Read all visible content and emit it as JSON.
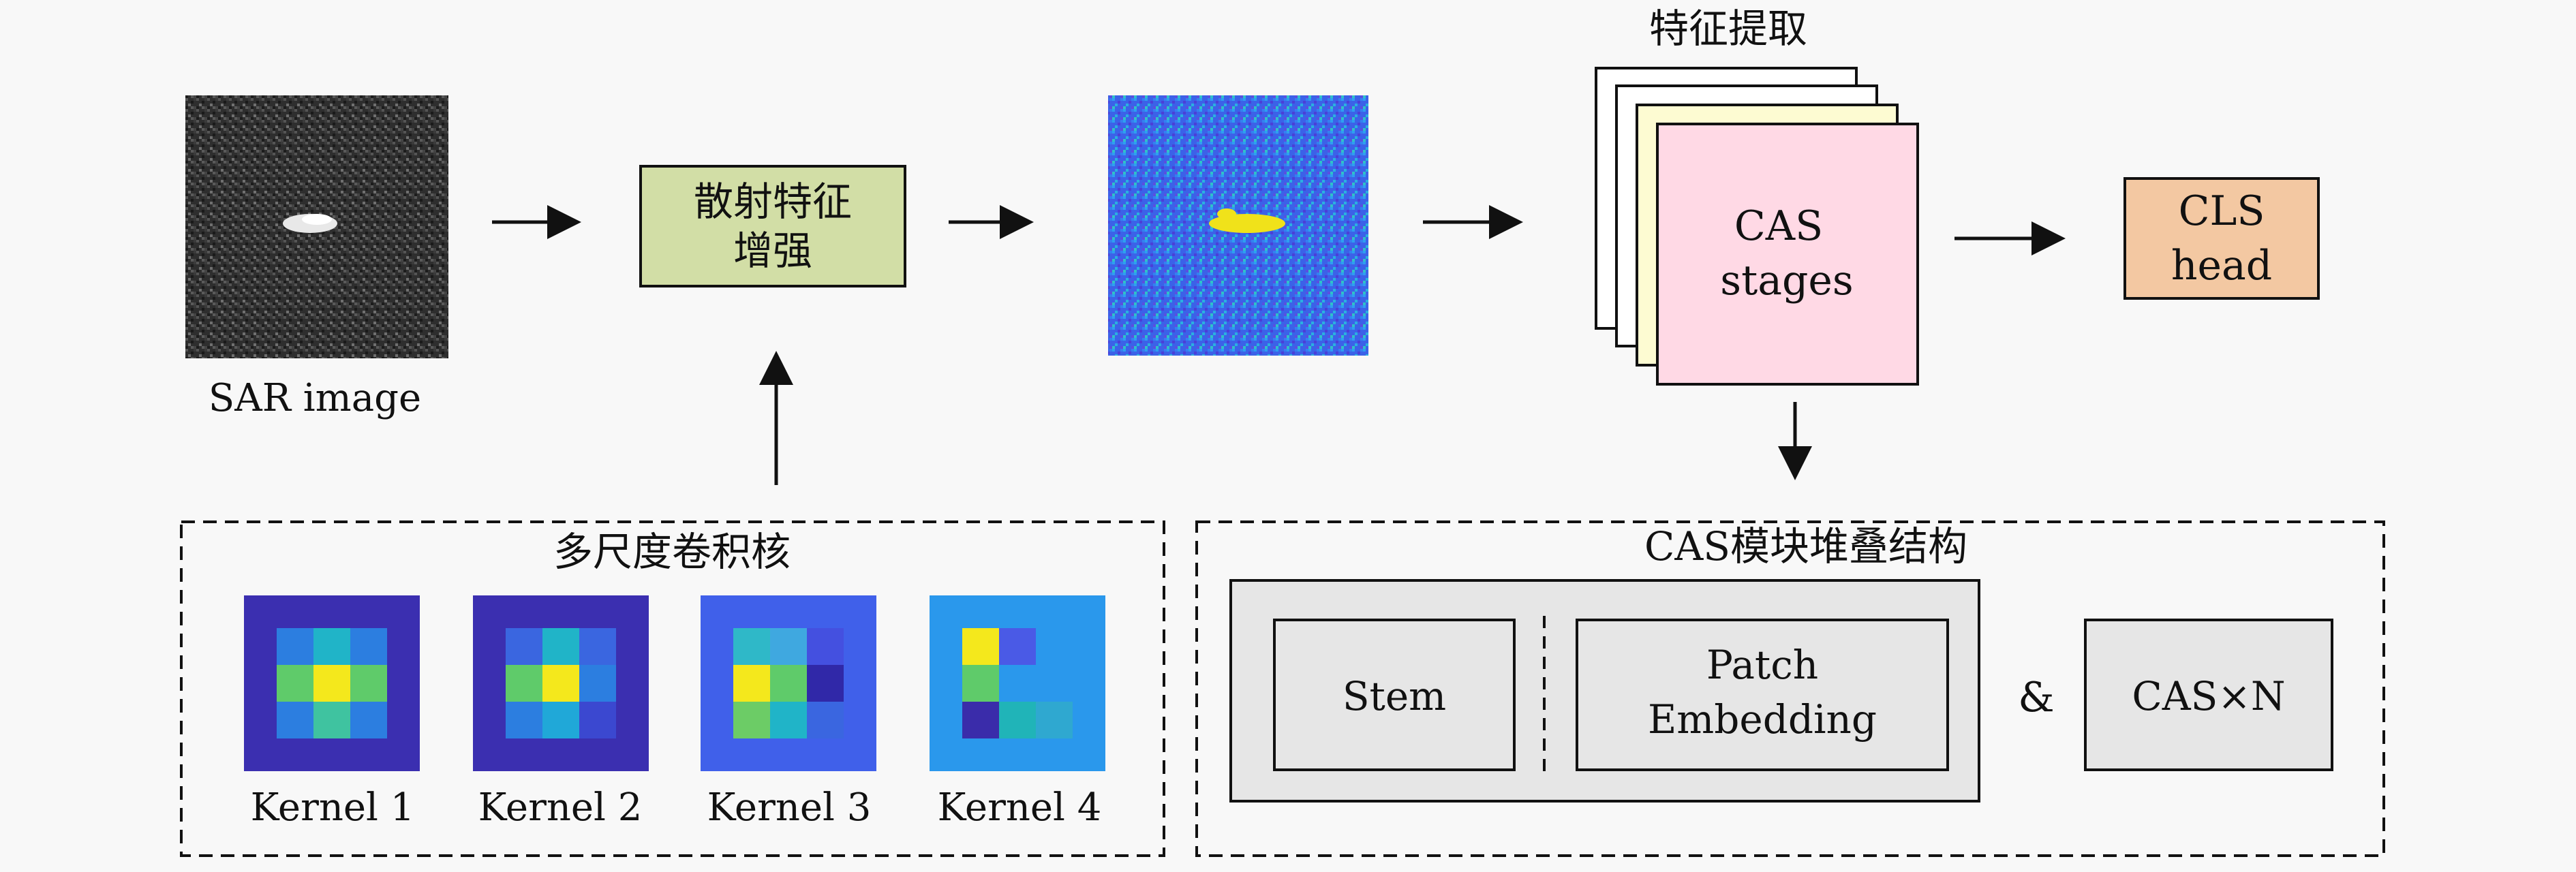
{
  "labels": {
    "sar_image": "SAR image",
    "scatter_enhance_line1": "散射特征",
    "scatter_enhance_line2": "增强",
    "feature_extraction": "特征提取",
    "cas_line1": "CAS",
    "cas_line2": "stages",
    "cls_line1": "CLS",
    "cls_line2": "head",
    "multiscale_kernels": "多尺度卷积核",
    "kernels": [
      "Kernel 1",
      "Kernel 2",
      "Kernel 3",
      "Kernel 4"
    ],
    "cas_stack": "CAS模块堆叠结构",
    "stem": "Stem",
    "patch_line1": "Patch",
    "patch_line2": "Embedding",
    "ampersand": "&",
    "cas_n": "CAS×N"
  },
  "colors": {
    "background": "#f8f8f8",
    "enhance_fill": "#d2dea6",
    "cas_fill": "#ffd9e5",
    "stack_fill": "#fdfbd2",
    "cls_fill": "#f3c8a2",
    "module_fill": "#e6e6e6",
    "sar_bg": "#2a2a2a",
    "enhanced_bg": "#3c63e6",
    "target_yellow": "#f0e21a"
  }
}
